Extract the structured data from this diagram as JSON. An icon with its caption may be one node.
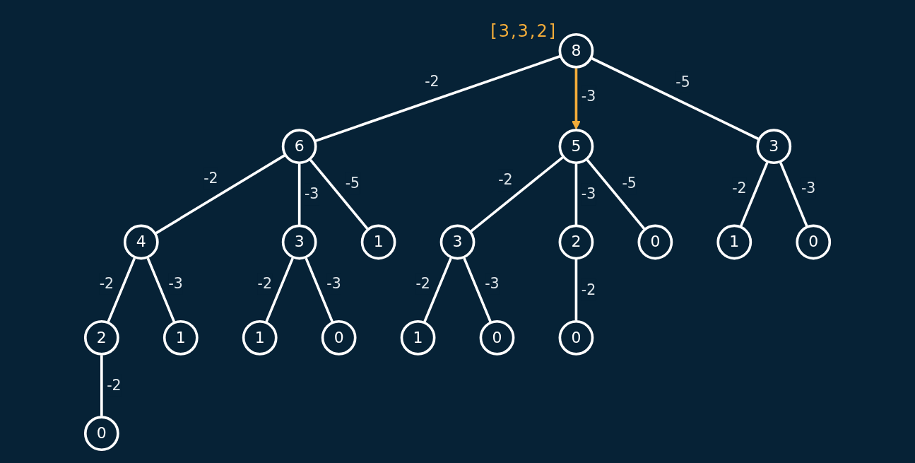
{
  "diagram": {
    "nodes": [
      {
        "text": [
          "8"
        ],
        "beside": [
          "[3,3,2]"
        ]
      },
      {
        "text": [
          "6"
        ]
      },
      {
        "text": [
          "5"
        ]
      },
      {
        "text": [
          "3"
        ]
      },
      {
        "text": [
          "4"
        ]
      },
      {
        "text": [
          "3"
        ]
      },
      {
        "text": [
          "1"
        ]
      },
      {
        "text": [
          "3"
        ]
      },
      {
        "text": [
          "2"
        ]
      },
      {
        "text": [
          "0"
        ]
      },
      {
        "text": [
          "1"
        ]
      },
      {
        "text": [
          "0"
        ]
      },
      {
        "text": [
          "2"
        ]
      },
      {
        "text": [
          "1"
        ]
      },
      {
        "text": [
          "1"
        ]
      },
      {
        "text": [
          "0"
        ]
      },
      {
        "text": [
          "1"
        ]
      },
      {
        "text": [
          "0"
        ]
      },
      {
        "text": [
          "0"
        ]
      },
      {
        "text": [
          "0"
        ]
      }
    ],
    "edges": [
      {
        "from": 0,
        "to": 1,
        "arrow": "none",
        "label": "-2"
      },
      {
        "from": 0,
        "to": 2,
        "arrow": "to",
        "label": "-3",
        "color": "#f2ac3a"
      },
      {
        "from": 0,
        "to": 3,
        "arrow": "none",
        "label": "-5"
      },
      {
        "from": 1,
        "to": 4,
        "arrow": "none",
        "label": "-2"
      },
      {
        "from": 1,
        "to": 5,
        "arrow": "none",
        "label": "-3"
      },
      {
        "from": 1,
        "to": 6,
        "arrow": "none",
        "label": "-5"
      },
      {
        "from": 2,
        "to": 7,
        "arrow": "none",
        "label": "-2"
      },
      {
        "from": 2,
        "to": 8,
        "arrow": "none",
        "label": "-3"
      },
      {
        "from": 2,
        "to": 9,
        "arrow": "none",
        "label": "-5"
      },
      {
        "from": 3,
        "to": 10,
        "arrow": "none",
        "label": "-2"
      },
      {
        "from": 3,
        "to": 11,
        "arrow": "none",
        "label": "-3"
      },
      {
        "from": 4,
        "to": 12,
        "arrow": "none",
        "label": "-2"
      },
      {
        "from": 4,
        "to": 13,
        "arrow": "none",
        "label": "-3"
      },
      {
        "from": 5,
        "to": 14,
        "arrow": "none",
        "label": "-2"
      },
      {
        "from": 5,
        "to": 15,
        "arrow": "none",
        "label": "-3"
      },
      {
        "from": 7,
        "to": 16,
        "arrow": "none",
        "label": "-2"
      },
      {
        "from": 7,
        "to": 17,
        "arrow": "none",
        "label": "-3"
      },
      {
        "from": 8,
        "to": 18,
        "arrow": "none",
        "label": "-2"
      },
      {
        "from": 12,
        "to": 19,
        "arrow": "none",
        "label": "-2"
      }
    ]
  }
}
